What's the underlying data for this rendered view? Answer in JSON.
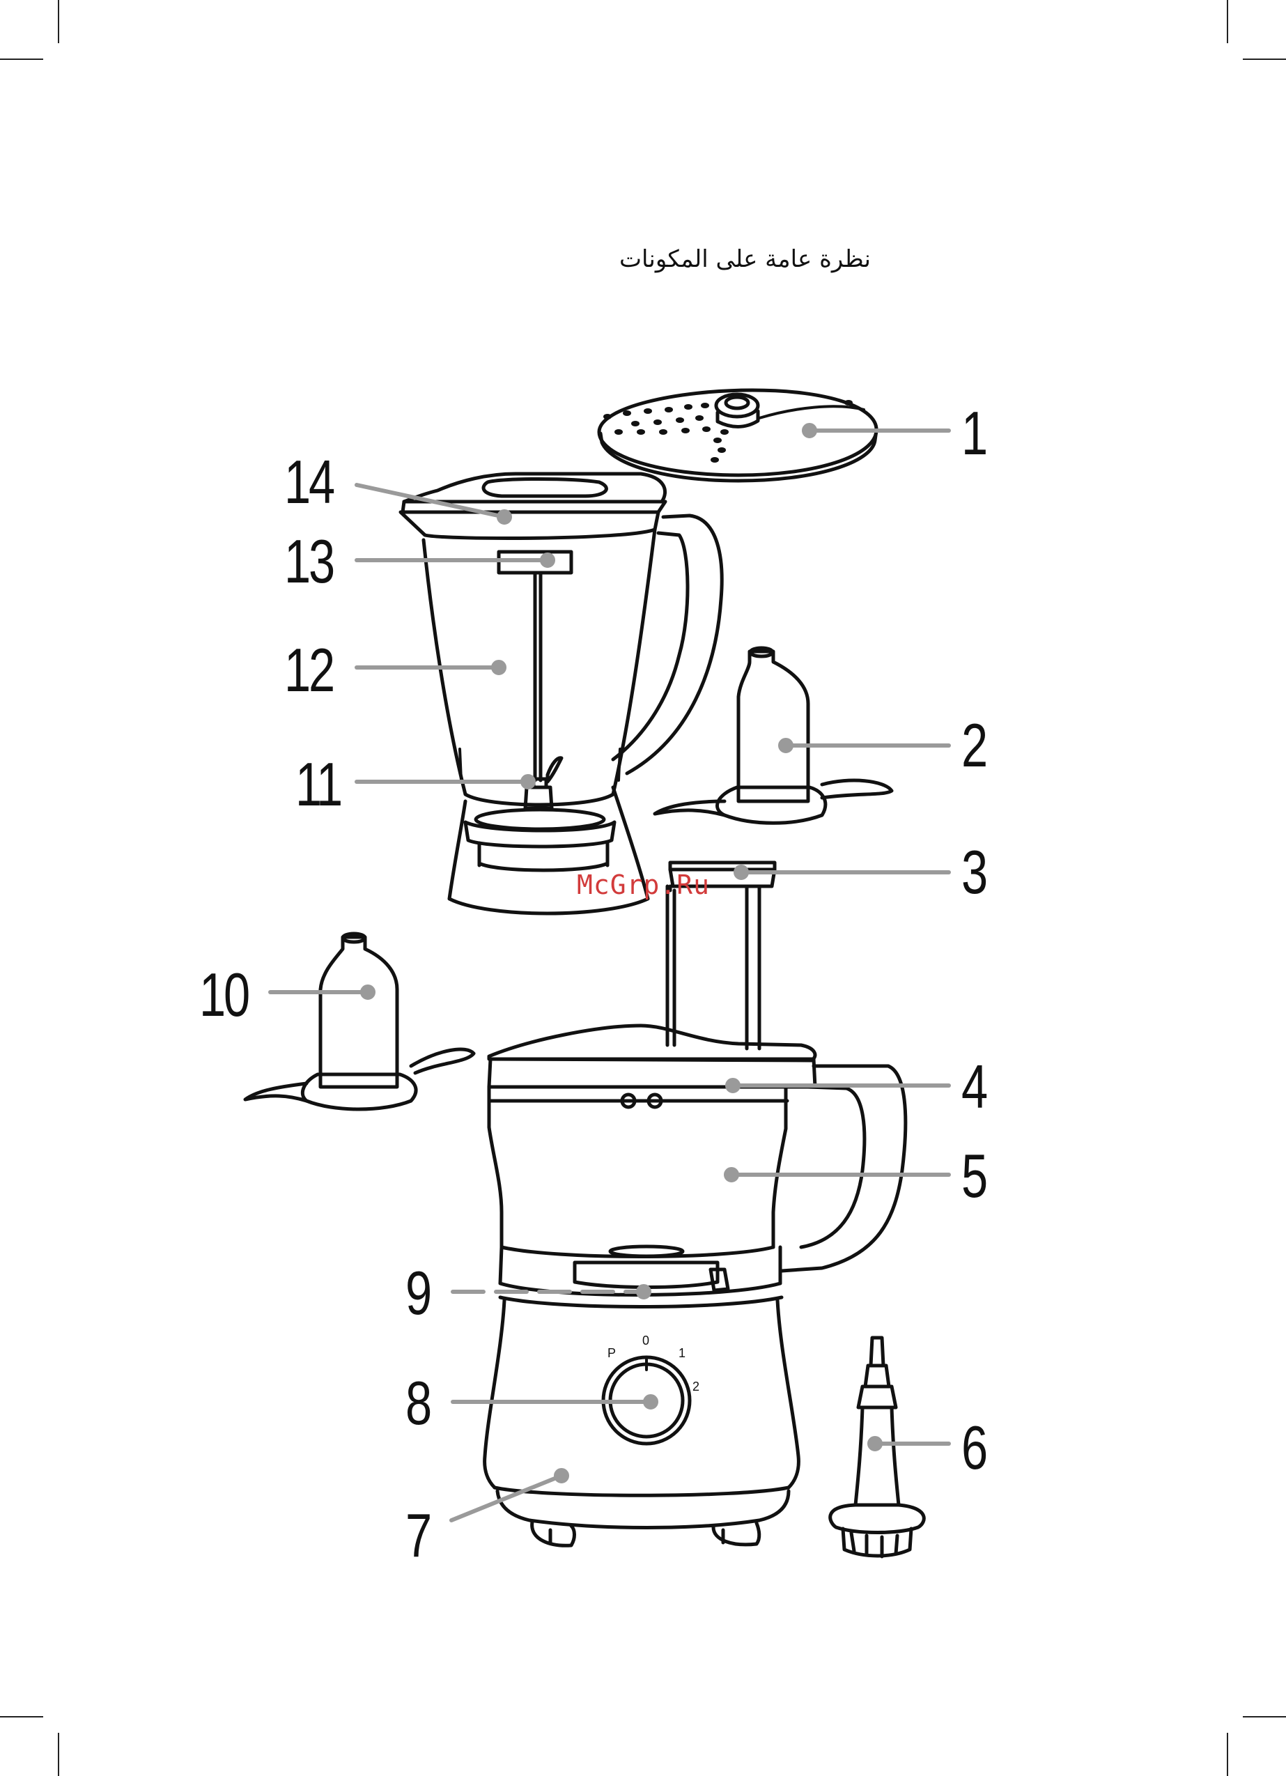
{
  "page": {
    "title": "نظرة عامة على المكونات",
    "watermark": "McGrp.Ru"
  },
  "parts": {
    "p1": "1",
    "p2": "2",
    "p3": "3",
    "p4": "4",
    "p5": "5",
    "p6": "6",
    "p7": "7",
    "p8": "8",
    "p9": "9",
    "p10": "10",
    "p11": "11",
    "p12": "12",
    "p13": "13",
    "p14": "14"
  },
  "dial": {
    "p": "P",
    "zero": "0",
    "one": "1",
    "two": "2"
  },
  "icons": [
    "crop-mark-icon",
    "slicing-disc-icon",
    "chopper-bowl-icon",
    "food-pusher-icon",
    "processor-bowl-icon",
    "drive-shaft-icon",
    "motor-base-icon",
    "speed-dial-icon",
    "blender-jug-icon",
    "chopping-blade-icon"
  ],
  "colors": {
    "ink": "#111111",
    "leader": "#9a9a9a",
    "watermark": "#d23b3b"
  }
}
